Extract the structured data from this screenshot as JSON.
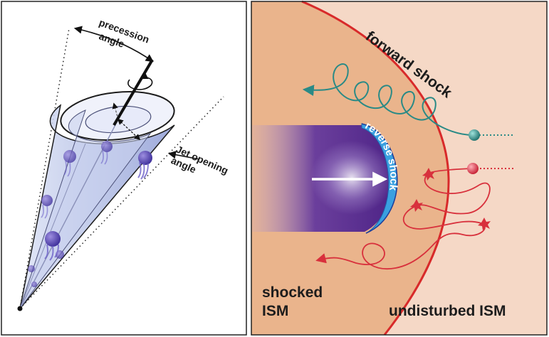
{
  "left_panel": {
    "labels": {
      "precession_line1": "precession",
      "precession_line2": "angle",
      "jet_line1": "Jet opening",
      "jet_line2": "angle"
    }
  },
  "right_panel": {
    "labels": {
      "forward_shock": "forward shock",
      "reverse_shock": "reverse shock",
      "shocked_line1": "shocked",
      "shocked_line2": "ISM",
      "undisturbed": "undisturbed ISM"
    },
    "colors": {
      "outer_region": "#f5d8c6",
      "shocked_region": "#eab48c",
      "shock_front": "#d82a2a",
      "jet": "#5a2f8e",
      "reverse_rim": "#3aa0e0",
      "particle_teal": "#2a8a86",
      "particle_red": "#d8303c"
    }
  }
}
